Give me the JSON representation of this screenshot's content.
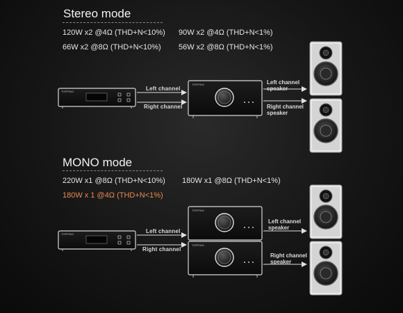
{
  "stereo": {
    "title": "Stereo mode",
    "specs": [
      "120W x2 @4Ω  (THD+N<10%)",
      "90W x2 @4Ω  (THD+N<1%)",
      "66W x2 @8Ω  (THD+N<10%)",
      "56W x2 @8Ω  (THD+N<1%)"
    ],
    "wires": [
      "Left channel",
      "Right channel"
    ],
    "speakers": [
      "Left channel\nspeaker",
      "Right channel\nspeaker"
    ]
  },
  "mono": {
    "title": "MONO mode",
    "specs": [
      "220W x1 @8Ω (THD+N<10%)",
      "180W x1 @8Ω (THD+N<1%)",
      "180W x 1 @4Ω (THD+N<1%)"
    ],
    "wires": [
      "Left channel",
      "Right channel"
    ],
    "speakers": [
      "Left channel\nspeaker",
      "Right channel\nspeaker"
    ]
  },
  "colors": {
    "highlight": "#e98a4f",
    "text": "#e6e6e6",
    "lines": "#e0e0e0"
  }
}
